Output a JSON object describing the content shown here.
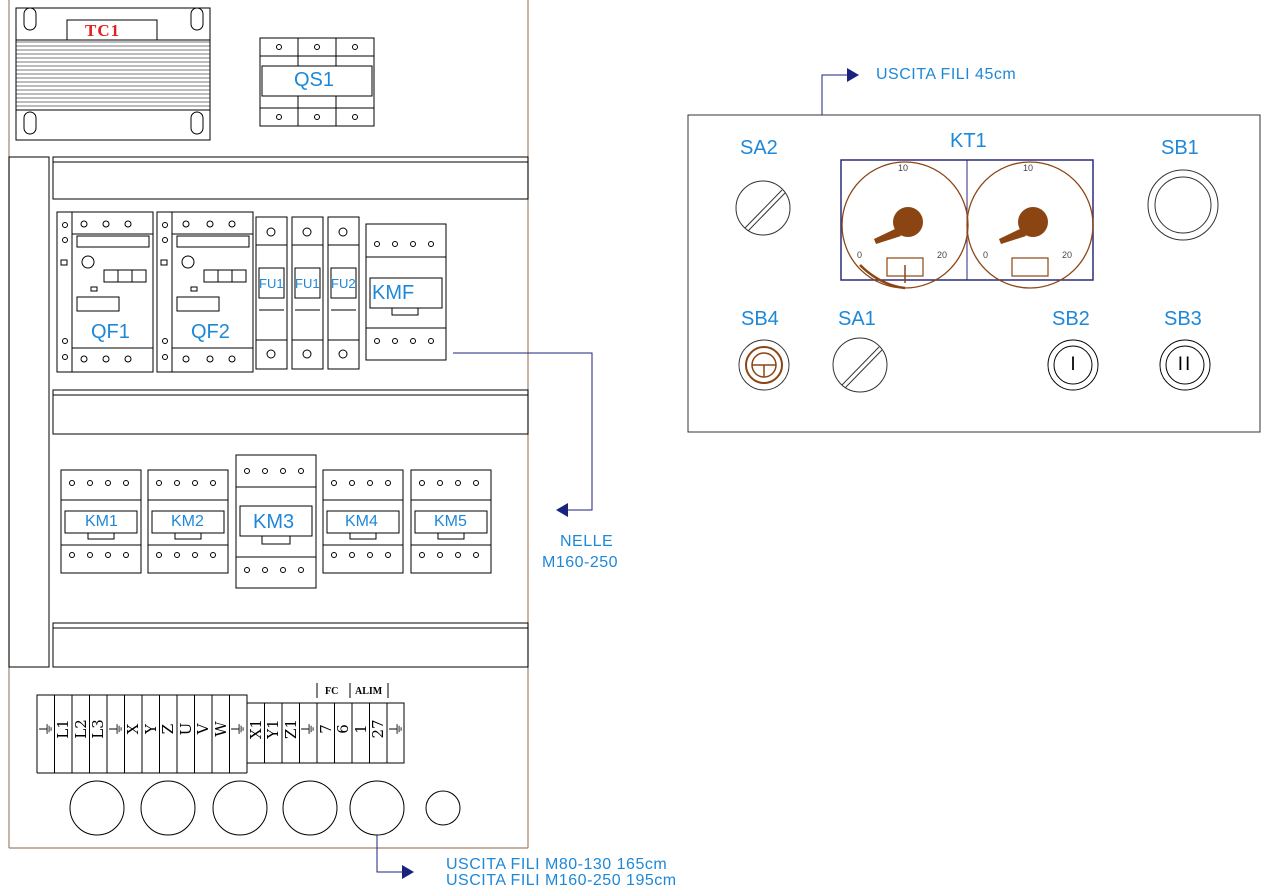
{
  "cabinet": {
    "transformer_label": "TC1",
    "disconnector_label": "QS1",
    "breakers": [
      "QF1",
      "QF2"
    ],
    "fuses": [
      "FU1",
      "FU1",
      "FU2"
    ],
    "top_contactor": "KMF",
    "contactors": [
      "KM1",
      "KM2",
      "KM3",
      "KM4",
      "KM5"
    ],
    "terminal_group_labels": [
      "FC",
      "ALIM"
    ],
    "terminals": [
      "⏚",
      "L1",
      "L2",
      "L3",
      "⏚",
      "X",
      "Y",
      "Z",
      "U",
      "V",
      "W",
      "⏚",
      "X1",
      "Y1",
      "Z1",
      "⏚",
      "7",
      "6",
      "1",
      "27",
      "⏚"
    ]
  },
  "notes": {
    "nelle_line1": "NELLE",
    "nelle_line2": "M160-250",
    "bottom_line1": "USCITA FILI M80-130 165cm",
    "bottom_line2": "USCITA FILI M160-250 195cm",
    "panel_exit": "USCITA FILI 45cm"
  },
  "control_panel": {
    "timer_label": "KT1",
    "timer_scale": {
      "top": "10",
      "left": "0",
      "right": "20"
    },
    "selectors": [
      "SA2",
      "SA1"
    ],
    "buttons": [
      "SB1",
      "SB2",
      "SB3",
      "SB4"
    ],
    "button_symbols": {
      "SB2": "I",
      "SB3": "II"
    }
  },
  "colors": {
    "label_blue": "#1e88d8",
    "title_red": "#e02020",
    "cabinet_outline": "#a0826d",
    "timer_brown": "#8b4513",
    "timer_frame": "#2b2b7a",
    "arrow_navy": "#1a237e"
  }
}
